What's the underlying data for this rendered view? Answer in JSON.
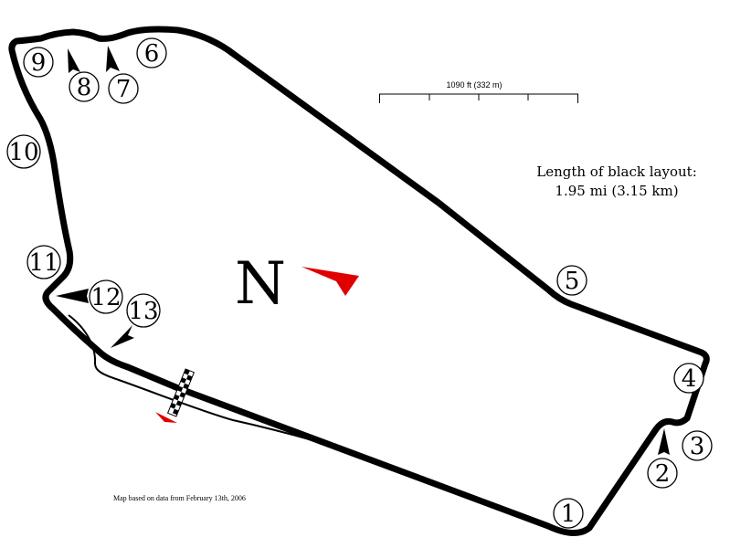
{
  "scale_bar": {
    "label": "1090 ft (332 m)"
  },
  "layout_info": {
    "line1": "Length of black layout:",
    "line2": "1.95 mi (3.15 km)"
  },
  "north": {
    "label": "N"
  },
  "source_note": "Map based on data from February 13th, 2006",
  "turns": [
    "1",
    "2",
    "3",
    "4",
    "5",
    "6",
    "7",
    "8",
    "9",
    "10",
    "11",
    "12",
    "13"
  ],
  "colors": {
    "track": "#000000",
    "accent": "#e00000",
    "background": "#ffffff"
  },
  "icons": [
    "north-arrow-icon",
    "start-finish-flag-icon",
    "direction-arrow-icon"
  ]
}
